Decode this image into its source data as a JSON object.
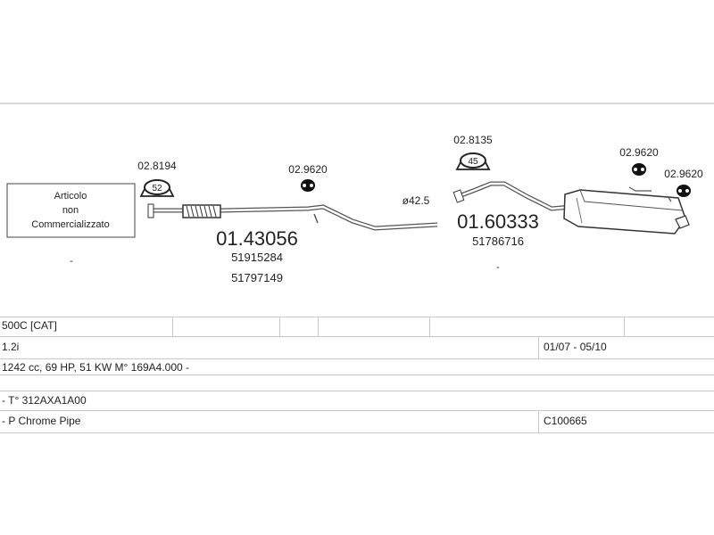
{
  "diagram": {
    "notice_box": {
      "lines": [
        "Articolo",
        "non",
        "Commercializzato"
      ]
    },
    "parts": [
      {
        "code": "02.8194",
        "clamp_label": "52"
      },
      {
        "code": "02.9620"
      },
      {
        "code": "01.43056",
        "refs": [
          "51915284",
          "51797149"
        ]
      },
      {
        "diameter": "ø42.5"
      },
      {
        "code": "02.8135",
        "clamp_label": "45"
      },
      {
        "code": "01.60333",
        "refs": [
          "51786716"
        ]
      },
      {
        "code": "02.9620"
      },
      {
        "code": "02.9620"
      }
    ]
  },
  "info_table": {
    "rows": [
      {
        "text": "500C  [CAT]"
      },
      {
        "text": "1.2i",
        "right": "01/07 - 05/10"
      },
      {
        "text": "1242 cc, 69 HP, 51 KW  M° 169A4.000 -"
      },
      {
        "text": "- T° 312AXA1A00"
      },
      {
        "text": "- P Chrome Pipe",
        "right": "C100665"
      }
    ]
  }
}
